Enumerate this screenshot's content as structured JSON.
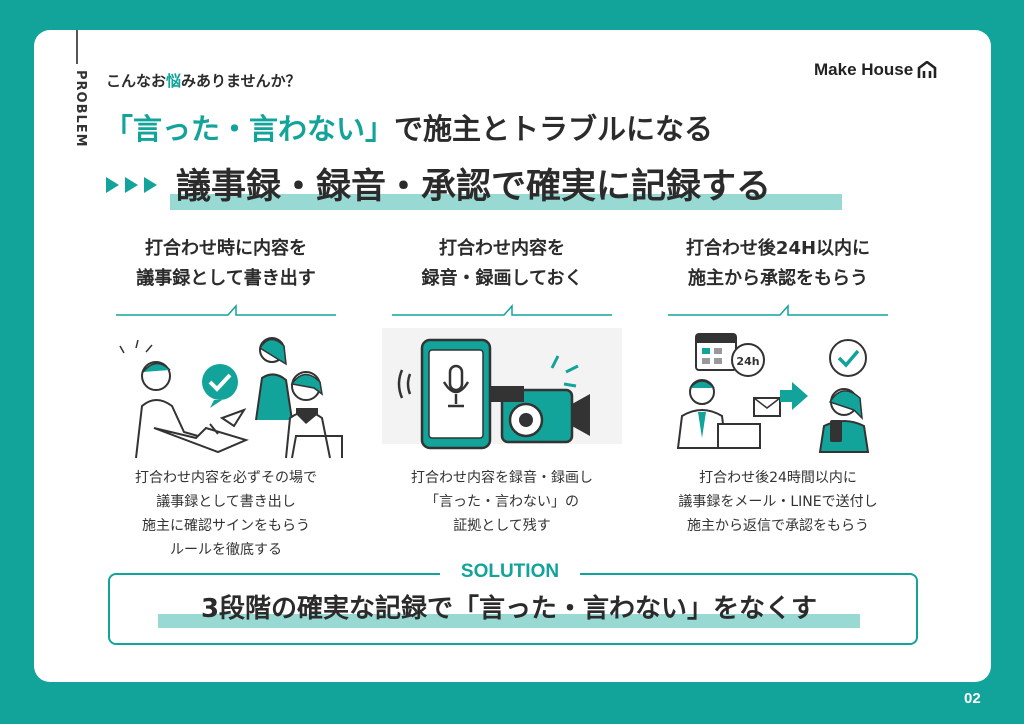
{
  "side_label": "PROBLEM",
  "intro": {
    "before": "こんなお",
    "accent": "悩",
    "after": "みありませんか？"
  },
  "logo": {
    "text": "Make House"
  },
  "headline": {
    "accent": "「言った・言わない」",
    "rest": "で施主とトラブルになる"
  },
  "sub_title": "議事録・録音・承認で確実に記録する",
  "columns": [
    {
      "title_line1": "打合わせ時に内容を",
      "title_line2": "議事録として書き出す",
      "desc": [
        "打合わせ内容を必ずその場で",
        "議事録として書き出し",
        "施主に確認サインをもらう",
        "ルールを徹底する"
      ]
    },
    {
      "title_line1": "打合わせ内容を",
      "title_line2": "録音・録画しておく",
      "desc": [
        "打合わせ内容を録音・録画し",
        "「言った・言わない」の",
        "証拠として残す"
      ]
    },
    {
      "title_line1": "打合わせ後24H以内に",
      "title_line2": "施主から承認をもらう",
      "desc": [
        "打合わせ後24時間以内に",
        "議事録をメール・LINEで送付し",
        "施主から返信で承認をもらう"
      ],
      "badge": "24h"
    }
  ],
  "solution": {
    "label": "SOLUTION",
    "text": "3段階の確実な記録で「言った・言わない」をなくす"
  },
  "page_number": "02",
  "colors": {
    "teal": "#12a39a",
    "highlight": "#99d9d3",
    "text": "#2b2b2b"
  }
}
